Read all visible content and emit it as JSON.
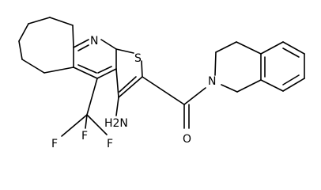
{
  "molecule": {
    "atom_labels": {
      "pyridine_nitrogen": "N",
      "thiophene_sulfur": "S",
      "amide_nitrogen": "N",
      "carbonyl_oxygen": "O",
      "amine": "H2N",
      "fluorine_top": "F",
      "fluorine_left": "F",
      "fluorine_right": "F"
    }
  }
}
